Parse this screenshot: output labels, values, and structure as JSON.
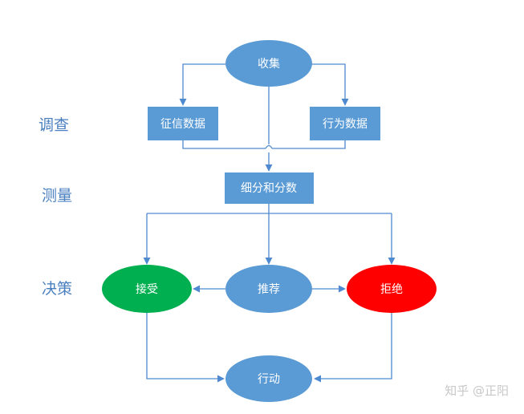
{
  "stages": {
    "investigate": "调查",
    "measure": "测量",
    "decide": "决策"
  },
  "nodes": {
    "collect": "收集",
    "credit_data": "征信数据",
    "behavior_data": "行为数据",
    "segment_score": "细分和分数",
    "accept": "接受",
    "recommend": "推荐",
    "reject": "拒绝",
    "action": "行动"
  },
  "colors": {
    "node_blue": "#5b9bd5",
    "accept_green": "#00b050",
    "reject_red": "#ff0000",
    "connector": "#4f8ad0",
    "label": "#4a7fc0"
  },
  "watermark": "知乎 @正阳"
}
